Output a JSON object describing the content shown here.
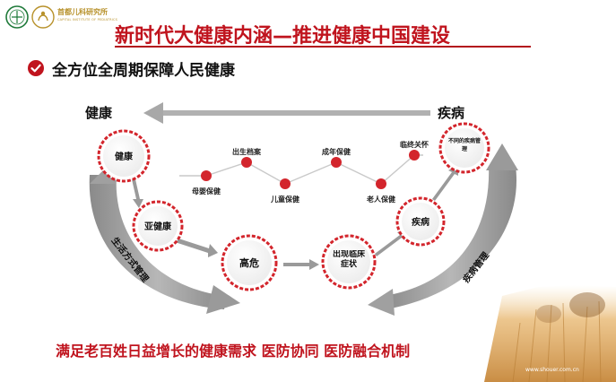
{
  "header": {
    "logo_name": "首都儿科研究所",
    "logo_english": "CAPITAL INSTITUTE OF PEDIATRICS",
    "title": "新时代大健康内涵—推进健康中国建设"
  },
  "subtitle": {
    "text": "全方位全周期保障人民健康",
    "icon": "check-circle-icon"
  },
  "diagram": {
    "top_left_label": "健康",
    "top_right_label": "疾病",
    "stage_nodes": [
      "健康",
      "亚健康",
      "高危",
      "出现临床症状",
      "疾病",
      "不同的疾病管理"
    ],
    "lifecycle_top": [
      "出生档案",
      "成年保健",
      "临终关怀"
    ],
    "lifecycle_bottom": [
      "母婴保健",
      "儿童保健",
      "老人保健"
    ],
    "left_arrow_label": "生活方式管理",
    "right_arrow_label": "疾病管理"
  },
  "footer": {
    "text": "满足老百姓日益增长的健康需求 医防协同 医防融合机制",
    "credit": "www.shouer.com.cn"
  },
  "colors": {
    "brand_red": "#c0141e",
    "gold": "#b8922c",
    "node_red": "#d3252c"
  }
}
